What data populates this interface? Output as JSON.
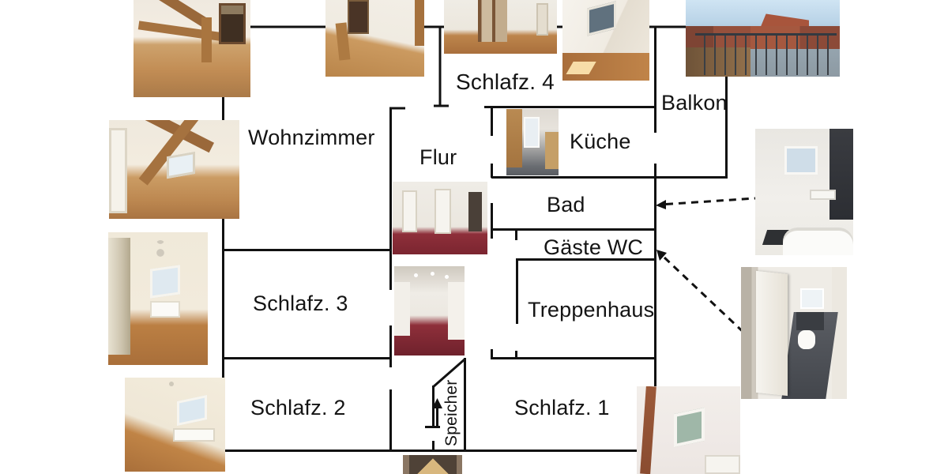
{
  "figure": {
    "kind": "apartment floor plan with linked room photos",
    "background_color": "#ffffff",
    "wall_color": "#111111",
    "text_color": "#141414"
  },
  "labels": {
    "schlafz4": "Schlafz. 4",
    "balkon": "Balkon",
    "wohnzimmer": "Wohnzimmer",
    "flur": "Flur",
    "kueche": "Küche",
    "bad": "Bad",
    "gaeste_wc": "Gäste WC",
    "schlafz3": "Schlafz. 3",
    "treppenhaus": "Treppenhaus",
    "schlafz2": "Schlafz. 2",
    "schlafz1": "Schlafz. 1",
    "speicher": "Speicher"
  },
  "photos": [
    {
      "name": "attic-room-beams-photo",
      "desc": "attic room with large oak beams and wood floor (top left)"
    },
    {
      "name": "room-with-post-photo",
      "desc": "room with single wooden post and parquet floor"
    },
    {
      "name": "hallway-wardrobe-photo",
      "desc": "hallway with mirrored wardrobe and wood floor"
    },
    {
      "name": "schlafz4-photo",
      "desc": "attic bedroom with skylight and sunlit wood floor"
    },
    {
      "name": "balkon-photo",
      "desc": "roof terrace with railing, red roofs and hills"
    },
    {
      "name": "wohnzimmer-photo",
      "desc": "living room with diagonal oak beams and skylight"
    },
    {
      "name": "kueche-photo",
      "desc": "narrow kitchen with window at the end"
    },
    {
      "name": "flur-doors-photo",
      "desc": "hallway with white doors and red carpet"
    },
    {
      "name": "flur-corridor-photo",
      "desc": "corridor with red carpet and ceiling spots"
    },
    {
      "name": "schlafz3-photo",
      "desc": "bedroom with chandelier, skylight window and radiator"
    },
    {
      "name": "bad-photo",
      "desc": "bathroom with skylight window, bathtub and dark glass panel"
    },
    {
      "name": "gaeste-wc-photo",
      "desc": "guest WC seen through open white door, dark tile floor"
    },
    {
      "name": "schlafz2-photo",
      "desc": "bedroom with sloped ceiling and skylight window"
    },
    {
      "name": "schlafz1-photo",
      "desc": "bedroom with exposed beam and skylight with green view"
    },
    {
      "name": "speicher-photo",
      "desc": "attic gable ceiling with dark chevron beams"
    }
  ]
}
